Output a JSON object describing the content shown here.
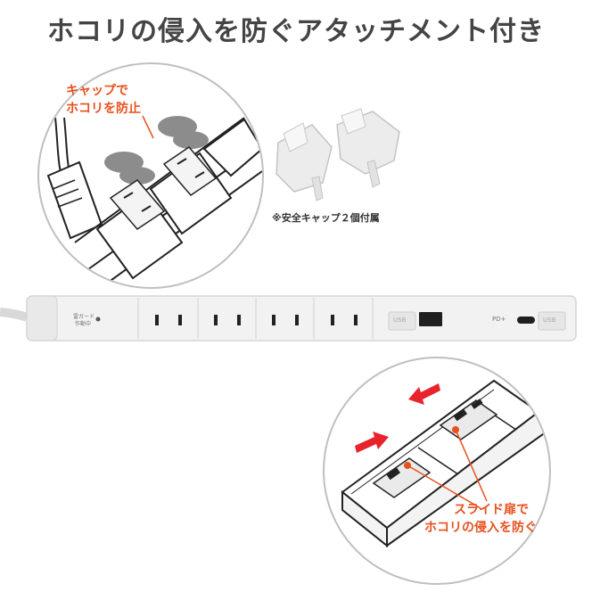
{
  "title": "ホコリの侵入を防ぐアタッチメント付き",
  "callouts": {
    "cap_line1": "キャップで",
    "cap_line2": "ホコリを防止",
    "slide_line1": "スライド扉で",
    "slide_line2": "ホコリの侵入を防ぐ"
  },
  "caps_note": "※安全キャップ２個付属",
  "strip": {
    "surge_label_1": "雷ガード",
    "surge_label_2": "作動中",
    "usb_a_label": "USB",
    "pd_label": "PD+",
    "usb_c_label": "USB"
  },
  "colors": {
    "accent": "#e8501e",
    "arrow": "#e8232b",
    "strip_body": "#f2f2f2",
    "outline": "#1a1a1a"
  }
}
